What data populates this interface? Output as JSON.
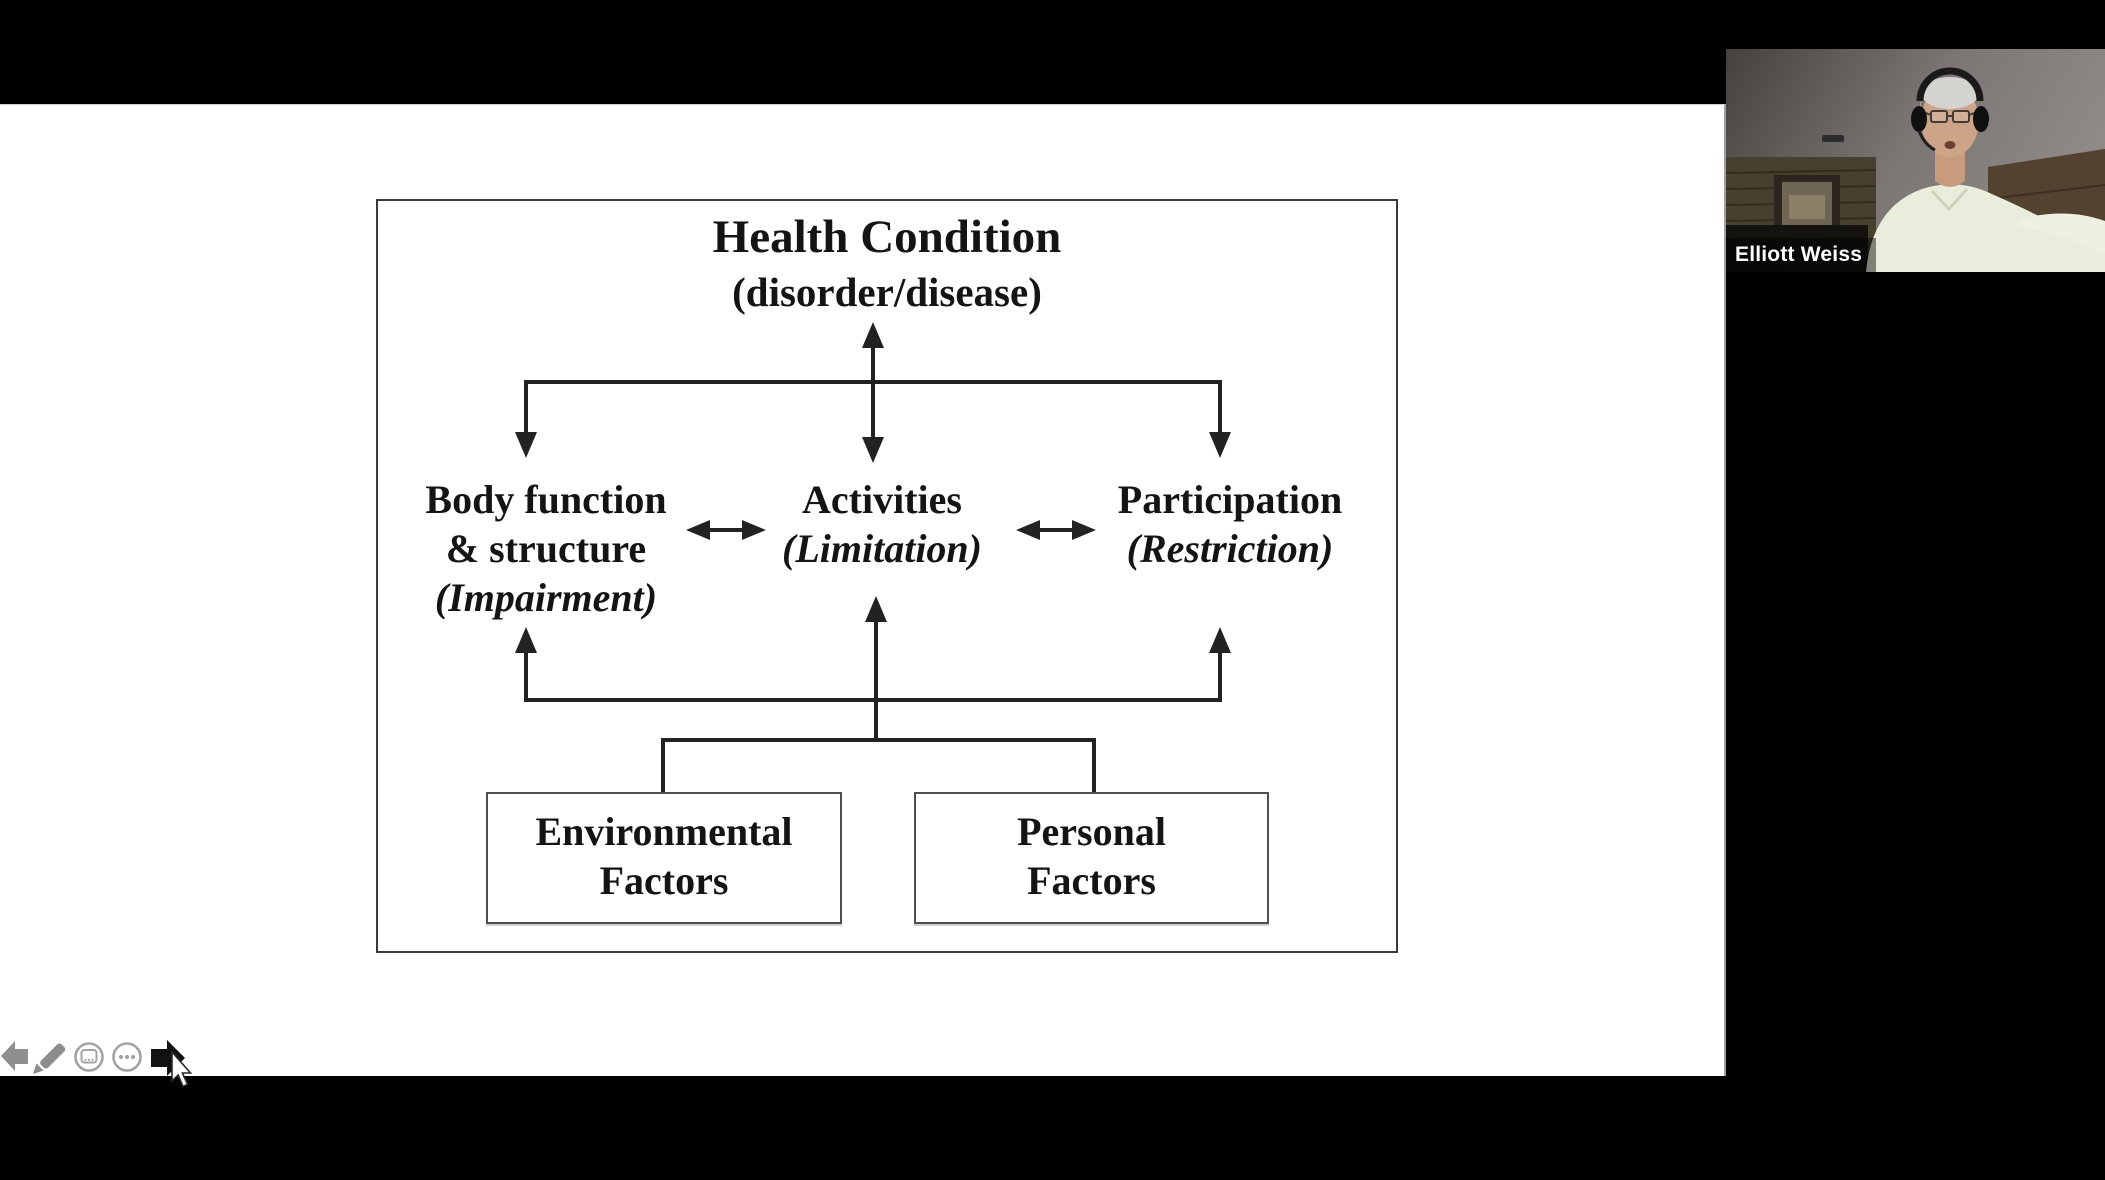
{
  "slide": {
    "background": "#ffffff",
    "ink_color": "#222222",
    "title": {
      "line1": "Health Condition",
      "line2": "(disorder/disease)"
    },
    "nodes": {
      "body_function": {
        "line1": "Body function",
        "line2": "& structure",
        "qualifier": "(Impairment)"
      },
      "activities": {
        "line1": "Activities",
        "qualifier": "(Limitation)"
      },
      "participation": {
        "line1": "Participation",
        "qualifier": "(Restriction)"
      },
      "environmental_factors": {
        "line1": "Environmental",
        "line2": "Factors"
      },
      "personal_factors": {
        "line1": "Personal",
        "line2": "Factors"
      }
    }
  },
  "participant": {
    "name": "Elliott Weiss",
    "label_background": "rgba(0,0,0,0.55)",
    "label_text_color": "#ffffff"
  },
  "toolbar": {
    "buttons": [
      {
        "icon": "previous-slide-arrow-icon",
        "color": "#8f8f8f"
      },
      {
        "icon": "pen-icon",
        "color": "#8c8c8c"
      },
      {
        "icon": "see-all-slides-icon",
        "color": "#a3a3a3"
      },
      {
        "icon": "more-options-ellipsis-icon",
        "color": "#a3a3a3"
      },
      {
        "icon": "next-slide-arrow-icon",
        "color": "#121212"
      }
    ]
  },
  "cursor": {
    "shape": "arrow-pointer"
  },
  "colors": {
    "letterbox": "#000000"
  }
}
